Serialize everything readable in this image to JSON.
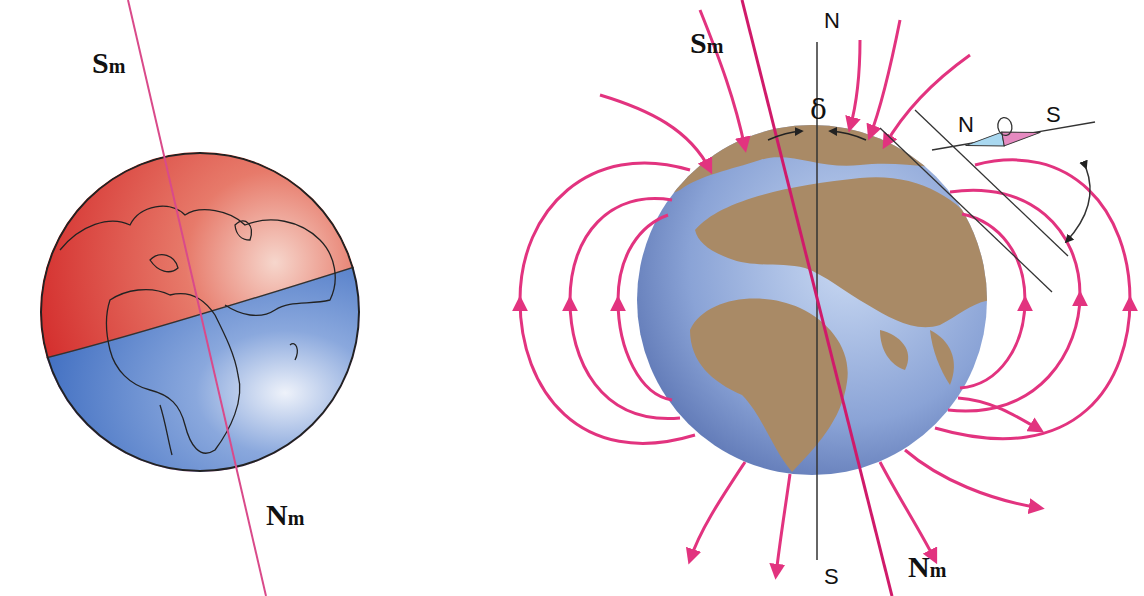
{
  "diagram": {
    "labels": [
      "Sm",
      "Nm",
      "Sm",
      "N",
      "δ",
      "N",
      "S",
      "S",
      "Nm"
    ]
  }
}
